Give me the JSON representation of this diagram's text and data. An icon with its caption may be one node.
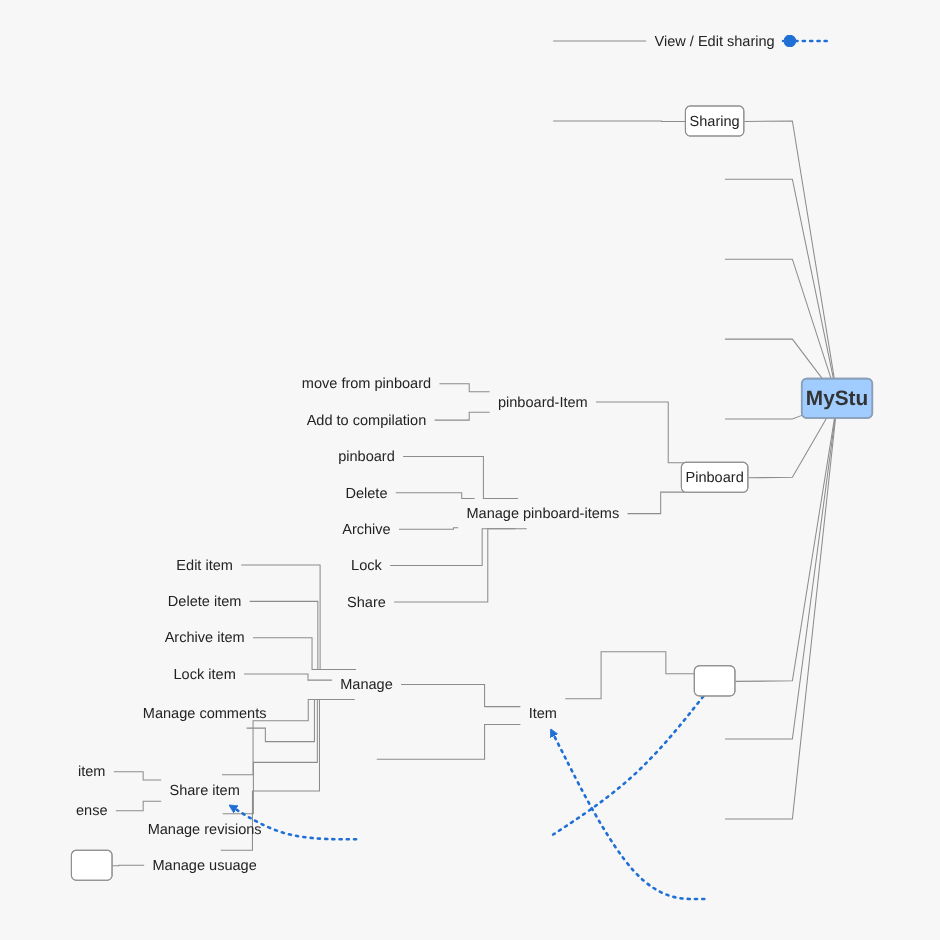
{
  "diagram": {
    "nodes": [
      {
        "text": [
          "View / Edit sharing"
        ]
      },
      {
        "text": [
          "Sharing"
        ]
      },
      {
        "text": [
          "move from pinboard"
        ]
      },
      {
        "text": [
          "Add to compilation"
        ]
      },
      {
        "text": [
          "pinboard-Item"
        ]
      },
      {
        "text": [
          "pinboard"
        ]
      },
      {
        "text": [
          "Delete"
        ]
      },
      {
        "text": [
          "Archive"
        ]
      },
      {
        "text": [
          "Lock"
        ]
      },
      {
        "text": [
          "Share"
        ]
      },
      {
        "text": [
          "Manage pinboard-items"
        ]
      },
      {
        "text": [
          "Pinboard"
        ]
      },
      {
        "text": [
          "MyStu"
        ]
      },
      {
        "text": [
          "Edit item"
        ]
      },
      {
        "text": [
          "Delete item"
        ]
      },
      {
        "text": [
          "Archive item"
        ]
      },
      {
        "text": [
          "Lock item"
        ]
      },
      {
        "text": [
          "item"
        ]
      },
      {
        "text": [
          "ense"
        ]
      },
      {
        "text": [
          "Share item"
        ]
      },
      {
        "text": [
          "Manage comments"
        ]
      },
      {
        "text": [
          "Manage revisions"
        ]
      },
      {
        "text": [
          "Manage"
        ]
      },
      {
        "text": [
          "Item"
        ]
      },
      {
        "text": [],
        "shape": "box"
      },
      {
        "text": [
          "Manage usuage"
        ]
      },
      {
        "text": [],
        "shape": "box"
      }
    ],
    "edges": [
      {
        "from": 0,
        "to": null,
        "arrow": "none"
      },
      {
        "from": 1,
        "to": null,
        "arrow": "none"
      },
      {
        "from": 12,
        "to": 1,
        "arrow": "none"
      },
      {
        "from": 12,
        "to": null,
        "arrow": "none"
      },
      {
        "from": 12,
        "to": null,
        "arrow": "none"
      },
      {
        "from": 12,
        "to": null,
        "arrow": "none"
      },
      {
        "from": 12,
        "to": null,
        "arrow": "none"
      },
      {
        "from": 12,
        "to": 11,
        "arrow": "none"
      },
      {
        "from": 11,
        "to": 4,
        "arrow": "none"
      },
      {
        "from": 11,
        "to": 10,
        "arrow": "none"
      },
      {
        "from": 4,
        "to": 2,
        "arrow": "none"
      },
      {
        "from": 4,
        "to": 3,
        "arrow": "none"
      },
      {
        "from": 10,
        "to": 5,
        "arrow": "none"
      },
      {
        "from": 10,
        "to": 6,
        "arrow": "none"
      },
      {
        "from": 10,
        "to": 7,
        "arrow": "none"
      },
      {
        "from": 10,
        "to": 8,
        "arrow": "none"
      },
      {
        "from": 10,
        "to": 9,
        "arrow": "none"
      },
      {
        "from": 12,
        "to": 26,
        "arrow": "none"
      },
      {
        "from": 12,
        "to": null,
        "arrow": "none"
      },
      {
        "from": 12,
        "to": null,
        "arrow": "none"
      },
      {
        "from": 26,
        "to": 23,
        "arrow": "none"
      },
      {
        "from": 23,
        "to": 22,
        "arrow": "none"
      },
      {
        "from": 23,
        "to": null,
        "arrow": "none"
      },
      {
        "from": 22,
        "to": 13,
        "arrow": "none"
      },
      {
        "from": 22,
        "to": 14,
        "arrow": "none"
      },
      {
        "from": 22,
        "to": 15,
        "arrow": "none"
      },
      {
        "from": 22,
        "to": 16,
        "arrow": "none"
      },
      {
        "from": 22,
        "to": 19,
        "arrow": "none"
      },
      {
        "from": 19,
        "to": 17,
        "arrow": "none"
      },
      {
        "from": 19,
        "to": 18,
        "arrow": "none"
      },
      {
        "from": 22,
        "to": 20,
        "arrow": "none"
      },
      {
        "from": 22,
        "to": 21,
        "arrow": "none"
      },
      {
        "from": 22,
        "to": 25,
        "arrow": "none"
      },
      {
        "from": 25,
        "to": 24,
        "arrow": "none"
      },
      {
        "from": null,
        "to": 0,
        "arrow": "other",
        "style": "dashed",
        "color": "#1f6fd6"
      },
      {
        "from": null,
        "to": 19,
        "arrow": "to",
        "style": "dashed",
        "color": "#1f6fd6"
      },
      {
        "from": null,
        "to": 23,
        "arrow": "to",
        "style": "dashed",
        "color": "#1f6fd6"
      },
      {
        "from": 26,
        "to": null,
        "arrow": "none",
        "style": "dashed",
        "color": "#1f6fd6"
      }
    ]
  }
}
